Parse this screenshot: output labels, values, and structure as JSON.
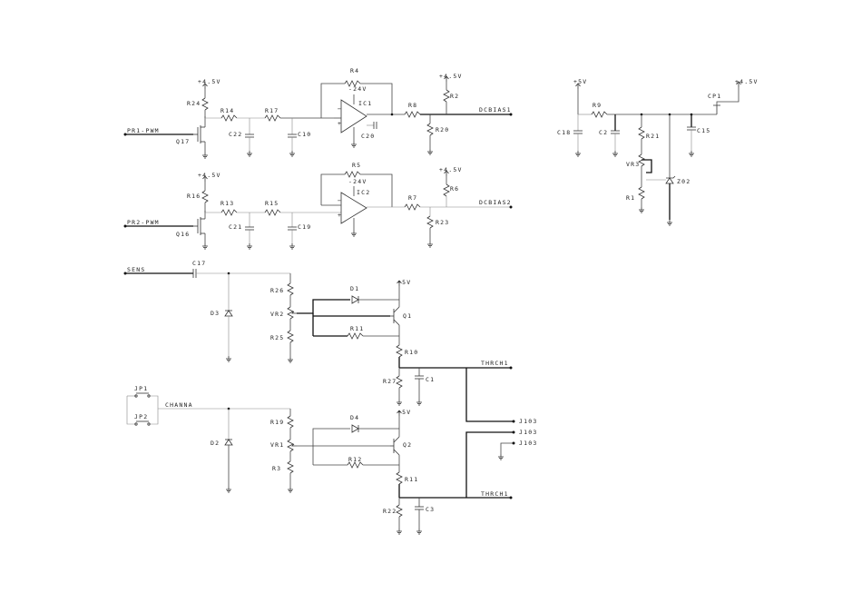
{
  "rails": {
    "v1": "+4.5V",
    "v2": "+4.5V",
    "v3": "+4.5V",
    "v4": "+4.5V",
    "v5": "+5V",
    "v6": "+4.5V",
    "v7": "+5V",
    "v8": "+5V",
    "vn1": "-24V",
    "vn2": "-24V"
  },
  "nets": {
    "pwm1": "PR1-PWM",
    "pwm2": "PR2-PWM",
    "dcbias1": "DCBIAS1",
    "dcbias2": "DCBIAS2",
    "sens": "SENS",
    "chann": "CHANNA",
    "ch1": "THRCH1",
    "ch2": "THRCH1"
  },
  "components": {
    "r24": "R24",
    "r14": "R14",
    "r17": "R17",
    "r4": "R4",
    "r8": "R8",
    "r2": "R2",
    "r20": "R20",
    "c22": "C22",
    "c10": "C10",
    "c20": "C20",
    "ic1": "IC1",
    "q17": "Q17",
    "r16": "R16",
    "r13": "R13",
    "r15": "R15",
    "r5": "R5",
    "r7": "R7",
    "r6": "R6",
    "r23": "R23",
    "c21": "C21",
    "c19": "C19",
    "ic2": "IC2",
    "q16": "Q16",
    "c17": "C17",
    "d3": "D3",
    "r26": "R26",
    "vr2": "VR2",
    "r25": "R25",
    "d1": "D1",
    "q1": "Q1",
    "r11": "R11",
    "r10": "R10",
    "r27": "R27",
    "c1": "C1",
    "jp1": "JP1",
    "jp2": "JP2",
    "d2": "D2",
    "r19": "R19",
    "vr1": "VR1",
    "r3": "R3",
    "d4": "D4",
    "q2": "Q2",
    "r12": "R12",
    "r11b": "R11",
    "r22": "R22",
    "c3": "C3",
    "j103a": "J103",
    "j103b": "J103",
    "j103c": "J103",
    "r9": "R9",
    "c18": "C18",
    "c2": "C2",
    "r21": "R21",
    "vr3": "VR3",
    "r1": "R1",
    "z02": "Z02",
    "c15": "C15",
    "cp1": "CP1"
  }
}
